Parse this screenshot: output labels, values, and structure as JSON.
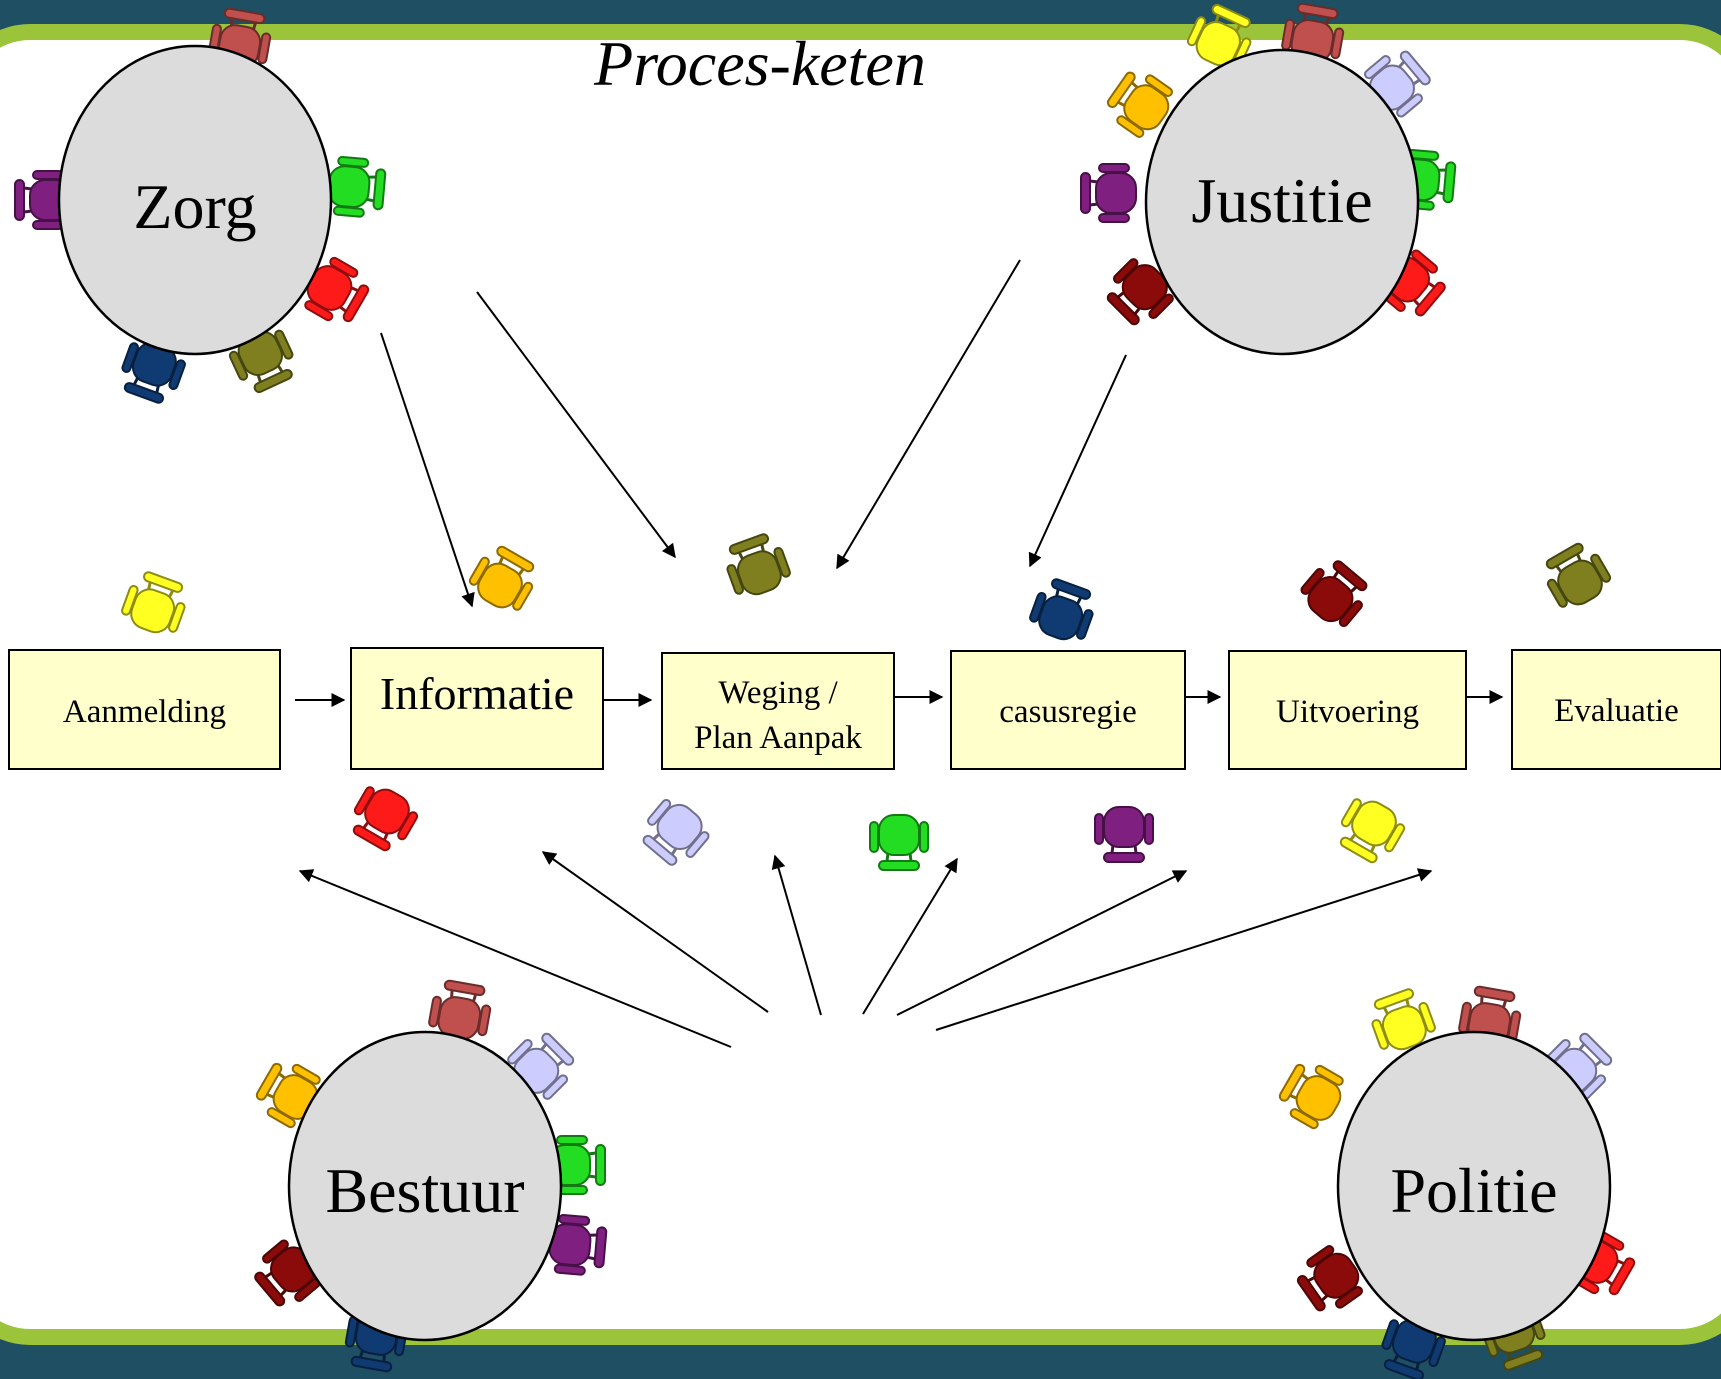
{
  "title": "Proces-keten",
  "colors": {
    "frame": "#1f4f62",
    "frame_border": "#9cc43a",
    "panel": "#ffffff",
    "table": "#dcdcdc",
    "box_fill": "#ffffcc",
    "arrow": "#000000"
  },
  "tables": [
    {
      "id": "zorg",
      "label": "Zorg"
    },
    {
      "id": "justitie",
      "label": "Justitie"
    },
    {
      "id": "bestuur",
      "label": "Bestuur"
    },
    {
      "id": "politie",
      "label": "Politie"
    }
  ],
  "steps": [
    {
      "id": "aanmelding",
      "lines": [
        "Aanmelding"
      ]
    },
    {
      "id": "informatie",
      "lines": [
        "Informatie"
      ]
    },
    {
      "id": "weging",
      "lines": [
        "Weging /",
        "Plan Aanpak"
      ]
    },
    {
      "id": "casusregie",
      "lines": [
        "casusregie"
      ]
    },
    {
      "id": "uitvoering",
      "lines": [
        "Uitvoering"
      ]
    },
    {
      "id": "evaluatie",
      "lines": [
        "Evaluatie"
      ]
    }
  ],
  "chair_palette": {
    "indianred": "#c0504d",
    "green": "#22dd22",
    "red": "#ff1a1a",
    "olive": "#7f7f1f",
    "navy": "#0f3b72",
    "purple": "#7f1f7f",
    "yellow": "#ffff22",
    "orange": "#ffc000",
    "lavender": "#ccccff",
    "maroon": "#8b0a0a"
  }
}
